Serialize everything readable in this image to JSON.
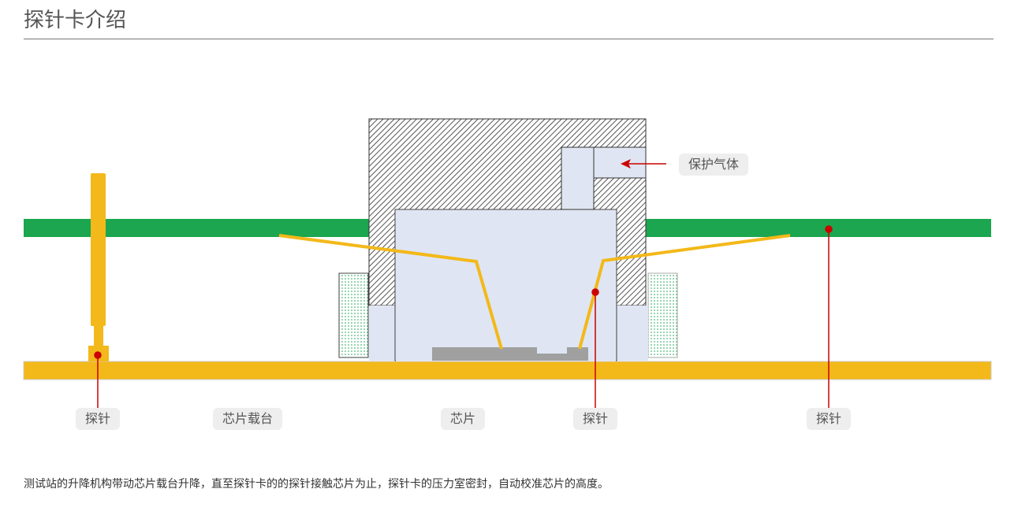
{
  "title": "探针卡介绍",
  "labels": {
    "gas": "保护气体",
    "probe_left": "探针",
    "stage": "芯片载台",
    "chip": "芯片",
    "probe_mid": "探针",
    "probe_right": "探针"
  },
  "caption": "测试站的升降机构带动芯片载台升降，直至探针卡的的探针接触芯片为止，探针卡的压力室密封，自动校准芯片的高度。",
  "colors": {
    "green": "#1ba64f",
    "yellow": "#f3b819",
    "chamber": "#dfe5f2",
    "chip": "#a0a0a0",
    "marker": "#cc0000"
  }
}
